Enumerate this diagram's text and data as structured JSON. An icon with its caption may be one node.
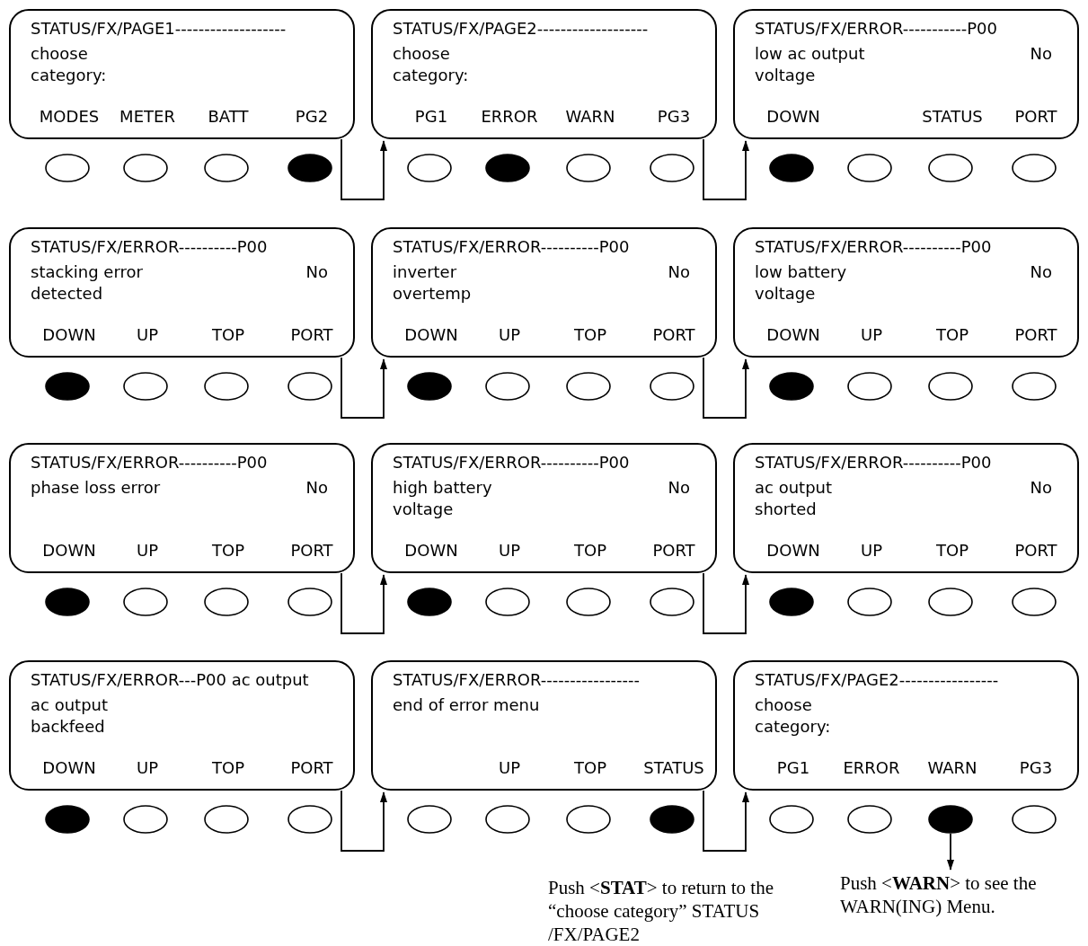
{
  "diagram": {
    "nodes": [
      {
        "text": [
          "STATUS/FX/PAGE1-------------------",
          "choose category:",
          "MODES",
          "METER",
          "BATT",
          "PG2"
        ]
      },
      {
        "text": [
          "STATUS/FX/PAGE2-------------------",
          "choose category:",
          "PG1",
          "ERROR",
          "WARN",
          "PG3"
        ]
      },
      {
        "text": [
          "STATUS/FX/ERROR-----------P00",
          "low ac output voltage",
          "No",
          "DOWN",
          "STATUS",
          "PORT"
        ]
      },
      {
        "text": [
          "STATUS/FX/ERROR----------P00",
          "stacking error detected",
          "No",
          "DOWN",
          "UP",
          "TOP",
          "PORT"
        ]
      },
      {
        "text": [
          "STATUS/FX/ERROR----------P00",
          "inverter overtemp",
          "No",
          "DOWN",
          "UP",
          "TOP",
          "PORT"
        ]
      },
      {
        "text": [
          "STATUS/FX/ERROR----------P00",
          "low battery voltage",
          "No",
          "DOWN",
          "UP",
          "TOP",
          "PORT"
        ]
      },
      {
        "text": [
          "STATUS/FX/ERROR----------P00",
          "phase loss error",
          "No",
          "DOWN",
          "UP",
          "TOP",
          "PORT"
        ]
      },
      {
        "text": [
          "STATUS/FX/ERROR----------P00",
          "high battery voltage",
          "No",
          "DOWN",
          "UP",
          "TOP",
          "PORT"
        ]
      },
      {
        "text": [
          "STATUS/FX/ERROR----------P00",
          "ac output shorted",
          "No",
          "DOWN",
          "UP",
          "TOP",
          "PORT"
        ]
      },
      {
        "text": [
          "STATUS/FX/ERROR---P00 ac output",
          "ac output backfeed",
          "DOWN",
          "UP",
          "TOP",
          "PORT"
        ]
      },
      {
        "text": [
          "STATUS/FX/ERROR-----------------",
          "end of error menu",
          "UP",
          "TOP",
          "STATUS"
        ]
      },
      {
        "text": [
          "STATUS/FX/PAGE2-----------------",
          "choose category:",
          "PG1",
          "ERROR",
          "WARN",
          "PG3"
        ]
      },
      {
        "text": [
          "Push <**WARN**> to see the WARN(ING) Menu."
        ]
      }
    ],
    "edges": [
      {
        "from": 0,
        "to": 1,
        "arrow": "to"
      },
      {
        "from": 1,
        "to": 2,
        "arrow": "to"
      },
      {
        "from": 3,
        "to": 4,
        "arrow": "to"
      },
      {
        "from": 4,
        "to": 5,
        "arrow": "to"
      },
      {
        "from": 6,
        "to": 7,
        "arrow": "to"
      },
      {
        "from": 7,
        "to": 8,
        "arrow": "to"
      },
      {
        "from": 9,
        "to": 10,
        "arrow": "to"
      },
      {
        "from": 10,
        "to": 11,
        "arrow": "to"
      },
      {
        "from": 11,
        "to": 12,
        "arrow": "to"
      }
    ],
    "labels": [
      "Push <**STAT**> to return to the “choose category” STATUS /FX/PAGE2"
    ]
  }
}
